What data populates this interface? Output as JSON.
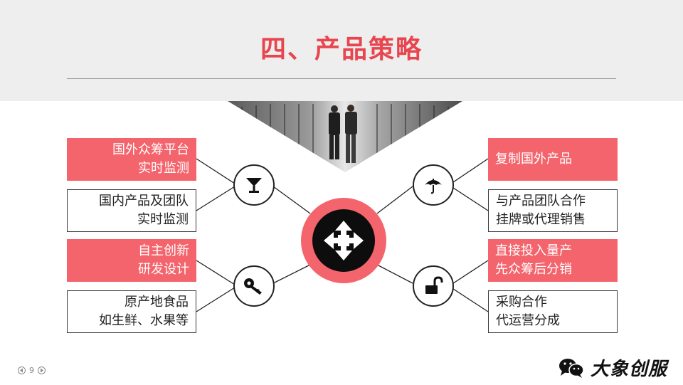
{
  "title": "四、产品策略",
  "left_boxes": [
    {
      "lines": [
        "国外众筹平台",
        "实时监测"
      ],
      "style": "red"
    },
    {
      "lines": [
        "国内产品及团队",
        "实时监测"
      ],
      "style": "white"
    },
    {
      "lines": [
        "自主创新",
        "研发设计"
      ],
      "style": "red"
    },
    {
      "lines": [
        "原产地食品",
        "如生鲜、水果等"
      ],
      "style": "white"
    }
  ],
  "right_boxes": [
    {
      "lines": [
        "复制国外产品"
      ],
      "style": "red"
    },
    {
      "lines": [
        "与产品团队合作",
        "挂牌或代理销售"
      ],
      "style": "white"
    },
    {
      "lines": [
        "直接投入量产",
        "先众筹后分销"
      ],
      "style": "red"
    },
    {
      "lines": [
        "采购合作",
        "代运营分成"
      ],
      "style": "white"
    }
  ],
  "icons": {
    "top_left": "cocktail-glass-icon",
    "bottom_left": "key-icon",
    "top_right": "umbrella-icon",
    "bottom_right": "unlocked-padlock-icon",
    "center": "four-way-arrows-icon"
  },
  "colors": {
    "accent": "#f4646c",
    "title": "#e8454f"
  },
  "footer": {
    "page_number": "9"
  },
  "brand": {
    "name": "大象创服"
  }
}
